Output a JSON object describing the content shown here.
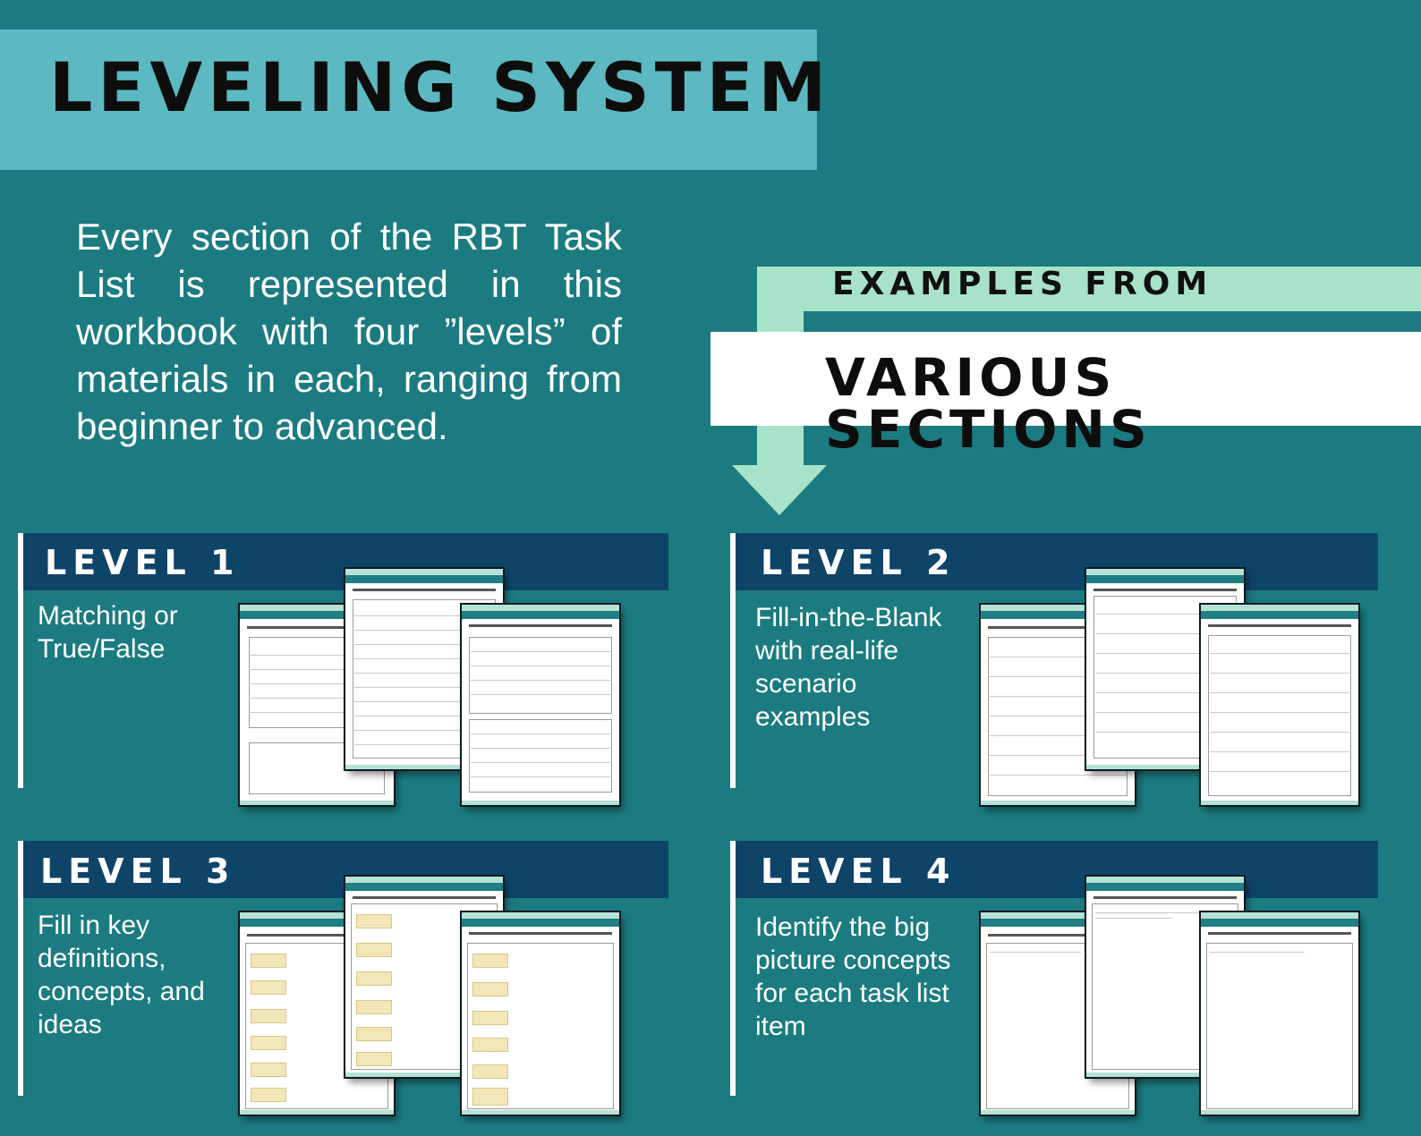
{
  "header": {
    "title": "LEVELING SYSTEM"
  },
  "intro": {
    "text": "Every section of the RBT Task List is represented in this workbook with four ”levels” of materials in each, ranging from beginner to advanced."
  },
  "examples": {
    "line1": "EXAMPLES FROM",
    "line2": "VARIOUS SECTIONS"
  },
  "levels": [
    {
      "title": "LEVEL 1",
      "description": "Matching or True/False"
    },
    {
      "title": "LEVEL 2",
      "description": "Fill-in-the-Blank with real-life scenario examples"
    },
    {
      "title": "LEVEL 3",
      "description": "Fill in key definitions, concepts, and ideas"
    },
    {
      "title": "LEVEL 4",
      "description": "Identify the big picture concepts for each task list item"
    }
  ],
  "colors": {
    "background": "#1b7b80",
    "title_band": "#5cb9c1",
    "mint_arrow": "#a8e3c9",
    "level_bar": "#0f4469",
    "text_white": "#ffffff"
  }
}
